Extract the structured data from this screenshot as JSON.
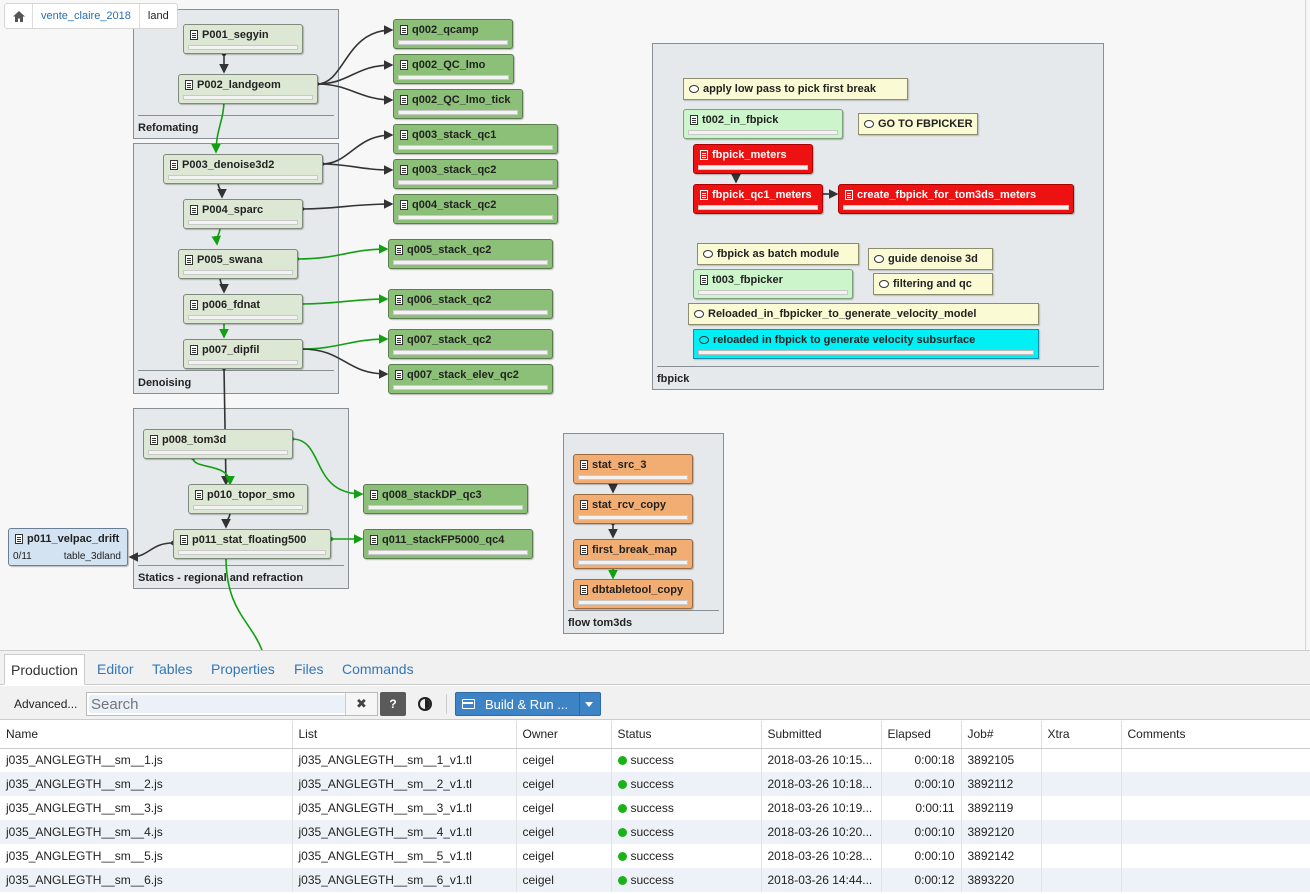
{
  "breadcrumb": {
    "project": "vente_claire_2018",
    "current": "land"
  },
  "groups": {
    "refomating": "Refomating",
    "denoising": "Denoising",
    "statics": "Statics - regional and refraction",
    "fbpick": "fbpick",
    "flow": "flow tom3ds"
  },
  "nodes": {
    "p001": "P001_segyin",
    "p002": "P002_landgeom",
    "p003": "P003_denoise3d2",
    "p004": "P004_sparc",
    "p005": "P005_swana",
    "p006": "p006_fdnat",
    "p007": "p007_dipfil",
    "p008": "p008_tom3d",
    "p010": "p010_topor_smo",
    "p011": "p011_stat_floating500",
    "q002a": "q002_qcamp",
    "q002b": "q002_QC_lmo",
    "q002c": "q002_QC_lmo_tick",
    "q003a": "q003_stack_qc1",
    "q003b": "q003_stack_qc2",
    "q004": "q004_stack_qc2",
    "q005": "q005_stack_qc2",
    "q006": "q006_stack_qc2",
    "q007a": "q007_stack_qc2",
    "q007b": "q007_stack_elev_qc2",
    "q008": "q008_stackDP_qc3",
    "q011": "q011_stackFP5000_qc4",
    "velpac": {
      "title": "p011_velpac_drift",
      "count": "0/11",
      "table": "table_3dland"
    },
    "t002": "t002_in_fbpick",
    "fbpick_meters": "fbpick_meters",
    "fbpick_qc1": "fbpick_qc1_meters",
    "create_fbpick": "create_fbpick_for_tom3ds_meters",
    "t003": "t003_fbpicker",
    "stat_src": "stat_src_3",
    "stat_rcv": "stat_rcv_copy",
    "first_break": "first_break_map",
    "dbtabletool": "dbtabletool_copy"
  },
  "notes": {
    "lowpass": "apply low pass to pick first break",
    "goto": "GO TO FBPICKER",
    "batch": "fbpick as batch module",
    "guide": "guide denoise 3d",
    "filtering": "filtering and qc",
    "reloaded": "Reloaded_in_fbpicker_to_generate_velocity_model",
    "reloaded2": "reloaded in fbpick to generate velocity subsurface"
  },
  "tabs": [
    "Production",
    "Editor",
    "Tables",
    "Properties",
    "Files",
    "Commands"
  ],
  "toolbar": {
    "advanced": "Advanced...",
    "search_placeholder": "Search",
    "clear": "✖",
    "help": "?",
    "build": "Build & Run ..."
  },
  "columns": [
    "Name",
    "List",
    "Owner",
    "Status",
    "Submitted",
    "Elapsed",
    "Job#",
    "Xtra",
    "Comments"
  ],
  "jobs": [
    {
      "name": "j035_ANGLEGTH__sm__1.js",
      "list": "j035_ANGLEGTH__sm__1_v1.tl",
      "owner": "ceigel",
      "status": "success",
      "submitted": "2018-03-26 10:15...",
      "elapsed": "0:00:18",
      "job": "3892105",
      "xtra": "",
      "comments": ""
    },
    {
      "name": "j035_ANGLEGTH__sm__2.js",
      "list": "j035_ANGLEGTH__sm__2_v1.tl",
      "owner": "ceigel",
      "status": "success",
      "submitted": "2018-03-26 10:18...",
      "elapsed": "0:00:10",
      "job": "3892112",
      "xtra": "",
      "comments": ""
    },
    {
      "name": "j035_ANGLEGTH__sm__3.js",
      "list": "j035_ANGLEGTH__sm__3_v1.tl",
      "owner": "ceigel",
      "status": "success",
      "submitted": "2018-03-26 10:19...",
      "elapsed": "0:00:11",
      "job": "3892119",
      "xtra": "",
      "comments": ""
    },
    {
      "name": "j035_ANGLEGTH__sm__4.js",
      "list": "j035_ANGLEGTH__sm__4_v1.tl",
      "owner": "ceigel",
      "status": "success",
      "submitted": "2018-03-26 10:20...",
      "elapsed": "0:00:10",
      "job": "3892120",
      "xtra": "",
      "comments": ""
    },
    {
      "name": "j035_ANGLEGTH__sm__5.js",
      "list": "j035_ANGLEGTH__sm__5_v1.tl",
      "owner": "ceigel",
      "status": "success",
      "submitted": "2018-03-26 10:28...",
      "elapsed": "0:00:10",
      "job": "3892142",
      "xtra": "",
      "comments": ""
    },
    {
      "name": "j035_ANGLEGTH__sm__6.js",
      "list": "j035_ANGLEGTH__sm__6_v1.tl",
      "owner": "ceigel",
      "status": "success",
      "submitted": "2018-03-26 14:44...",
      "elapsed": "0:00:12",
      "job": "3893220",
      "xtra": "",
      "comments": ""
    }
  ],
  "colors": {
    "success": "#19b319",
    "accent": "#3d84c6",
    "link": "#2a6db5",
    "qc_node": "#8cc078",
    "error_node": "#ee1111"
  }
}
